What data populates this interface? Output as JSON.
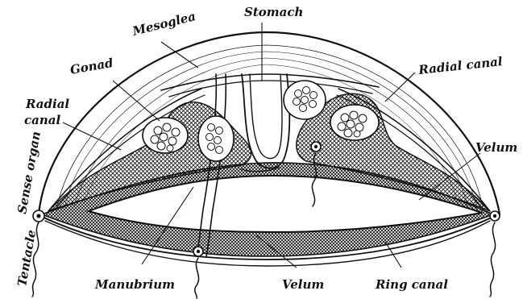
{
  "labels": {
    "stomach": "Stomach",
    "mesoglea": "Mesoglea",
    "gonad": "Gonad",
    "radial_canal_right": "Radial canal",
    "radial_canal_left_line1": "Radial",
    "radial_canal_left_line2": "canal",
    "velum_right": "Velum",
    "sense_organ": "Sense organ",
    "tentacle": "Tentacle",
    "manubrium": "Manubrium",
    "velum_bottom": "Velum",
    "ring_canal": "Ring canal"
  }
}
